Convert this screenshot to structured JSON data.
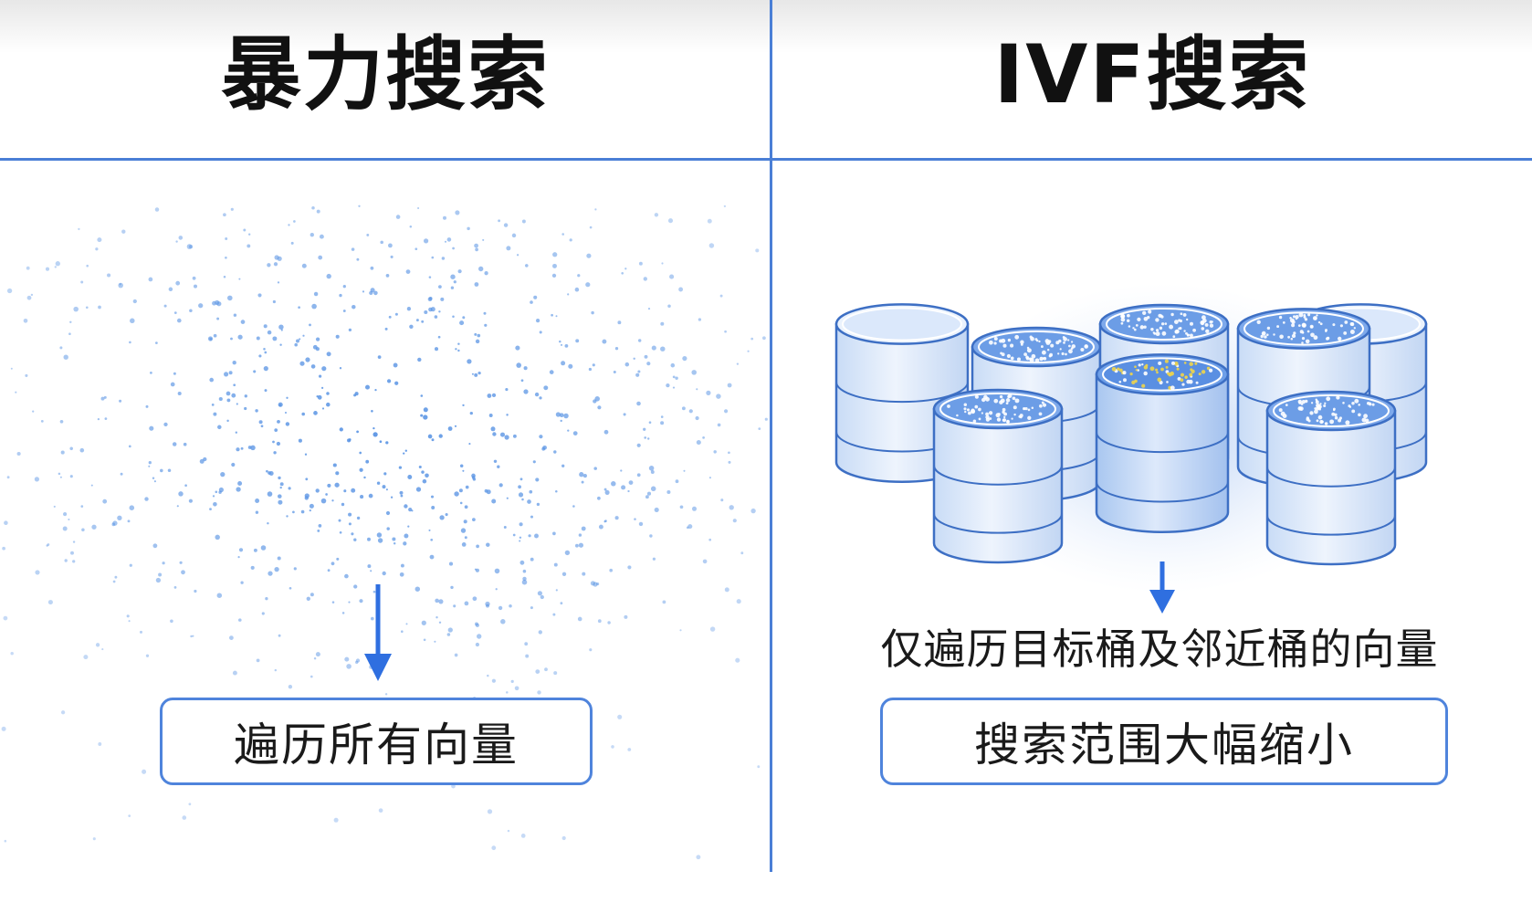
{
  "left_panel": {
    "title": "暴力搜索",
    "box_label": "遍历所有向量"
  },
  "right_panel": {
    "title": "IVF搜索",
    "caption": "仅遍历目标桶及邻近桶的向量",
    "box_label": "搜索范围大幅缩小"
  },
  "colors": {
    "divider": "#4a7fd6",
    "arrow": "#2f6fe0",
    "dot": "#5b95e4",
    "bucket_outline": "#3d6fc4",
    "highlight_dot": "#f0d54a"
  },
  "icons": {
    "point_cloud": "vector-scatter",
    "bucket": "barrel-icon",
    "arrow": "arrow-down-icon"
  }
}
